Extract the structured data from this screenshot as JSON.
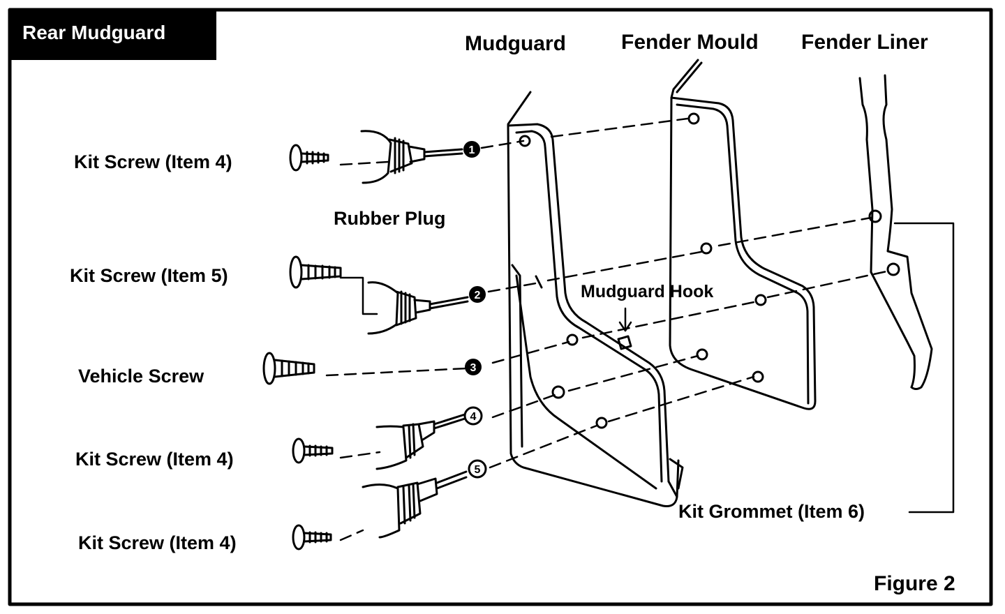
{
  "header": {
    "title": "Rear Mudguard"
  },
  "parts": {
    "mudguard": "Mudguard",
    "fender_mould": "Fender Mould",
    "fender_liner": "Fender Liner"
  },
  "labels": {
    "kit_screw_item4_a": "Kit Screw (Item 4)",
    "rubber_plug": "Rubber Plug",
    "kit_screw_item5": "Kit Screw (Item 5)",
    "mudguard_hook": "Mudguard Hook",
    "vehicle_screw": "Vehicle Screw",
    "kit_screw_item4_b": "Kit Screw (Item 4)",
    "kit_screw_item4_c": "Kit Screw (Item 4)",
    "kit_grommet": "Kit Grommet (Item 6)"
  },
  "markers": [
    "1",
    "2",
    "3",
    "4",
    "5"
  ],
  "figure_label": "Figure 2",
  "colors": {
    "ink": "#000000",
    "paper": "#ffffff"
  }
}
